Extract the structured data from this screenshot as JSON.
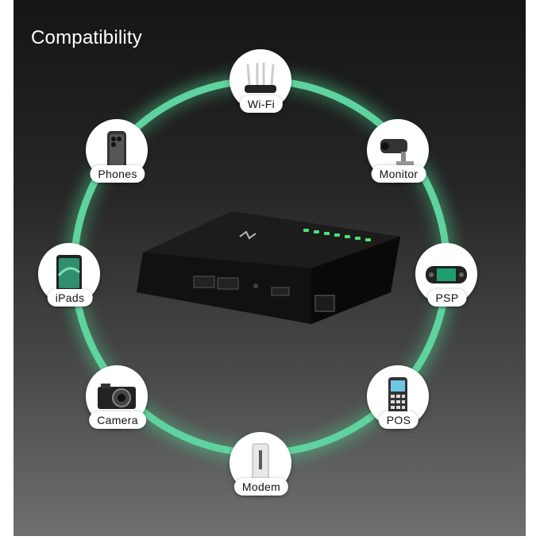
{
  "page": {
    "title": "Compatibility"
  },
  "devices": {
    "wifi": "Wi-Fi",
    "phones": "Phones",
    "monitor": "Monitor",
    "ipads": "iPads",
    "psp": "PSP",
    "camera": "Camera",
    "pos": "POS",
    "modem": "Modem"
  },
  "colors": {
    "ring": "#5fd39e",
    "background_top": "#151515",
    "background_bottom": "#6f6f6f",
    "led": "#4fe07a"
  }
}
